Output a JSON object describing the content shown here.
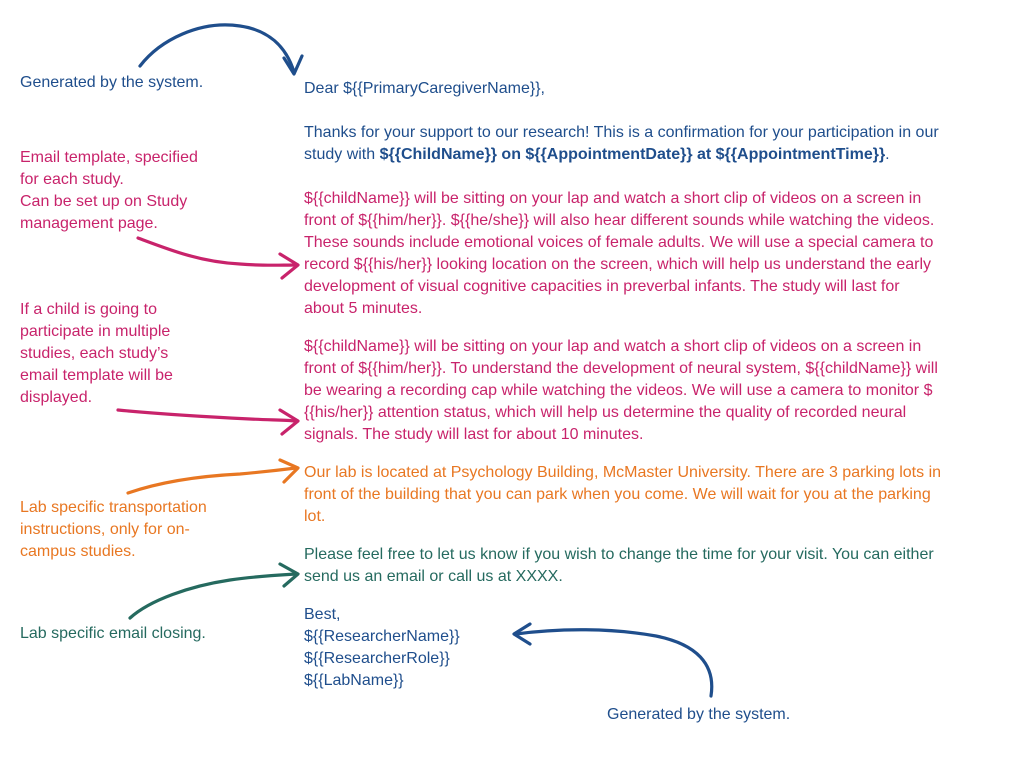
{
  "notes": {
    "system_top": "Generated by the system.",
    "email_template_1": "Email template, specified",
    "email_template_2": "for each study.",
    "email_template_3": "Can be set up on Study",
    "email_template_4": "management page.",
    "multi_1": "If a child is going to",
    "multi_2": "participate in multiple",
    "multi_3": "studies, each study’s",
    "multi_4": "email template will be",
    "multi_5": "displayed.",
    "transport_1": "Lab specific transportation",
    "transport_2": "instructions, only for on-",
    "transport_3": "campus studies.",
    "closing": "Lab specific email closing.",
    "system_bottom": "Generated by the system."
  },
  "email": {
    "greeting": "Dear ${{PrimaryCaregiverName}},",
    "intro_1": "Thanks for your support to our research! This is a confirmation for your participation in our",
    "intro_2a": "study with ",
    "intro_2b": "${{ChildName}} on ${{AppointmentDate}} at ${{AppointmentTime}}",
    "intro_2c": ".",
    "study1": [
      "${{childName}} will be sitting on your lap and watch a short clip of videos on a screen in",
      "front of ${{him/her}}. ${{he/she}} will also hear different sounds while watching the videos.",
      "These sounds include emotional voices of female adults. We will use a special camera to",
      "record ${{his/her}} looking location on the screen, which will help us understand the early",
      "development of visual cognitive capacities in preverbal infants. The study will last for",
      "about 5 minutes."
    ],
    "study2": [
      "${{childName}} will be sitting on your lap and watch a short clip of videos on a screen in",
      "front of ${{him/her}}. To understand the development of neural system, ${{childName}} will",
      "be wearing a recording cap while watching the videos. We will use a camera to monitor $",
      "{{his/her}} attention status, which will help us determine the quality of recorded neural",
      "signals. The study will last for about 10 minutes."
    ],
    "transport": [
      "Our lab is located at Psychology Building, McMaster University. There are 3 parking lots in",
      "front of the building that you can park when you come. We will wait for you at the parking",
      "lot."
    ],
    "closing": [
      "Please feel free to let us know if you wish to change the time for your visit. You can either",
      "send us an email or call us at XXXX."
    ],
    "signoff": [
      "Best,",
      "${{ResearcherName}}",
      "${{ResearcherRole}}",
      "${{LabName}}"
    ]
  },
  "colors": {
    "system": "#1f4e8c",
    "template": "#c8236b",
    "transport": "#e87722",
    "closing": "#256a5f"
  }
}
